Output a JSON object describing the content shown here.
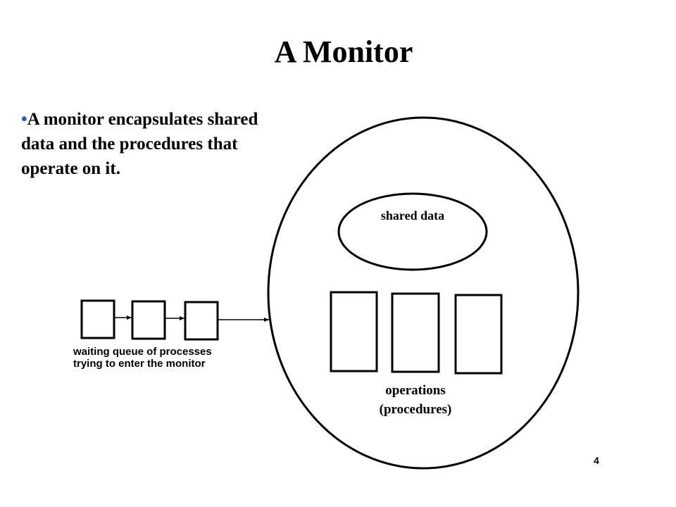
{
  "slide": {
    "title": "A Monitor",
    "bullet_marker": "•",
    "bullet_text": "A monitor encapsulates shared data and the procedures that operate on it.",
    "page_number": "4"
  },
  "diagram": {
    "queue_label_line1": "waiting queue of processes",
    "queue_label_line2": "trying to enter the monitor",
    "shared_data_label": "shared data",
    "operations_label_line1": "operations",
    "operations_label_line2": "(procedures)"
  },
  "colors": {
    "bullet_marker": "#3355cc",
    "stroke": "#000000",
    "background": "#ffffff"
  }
}
